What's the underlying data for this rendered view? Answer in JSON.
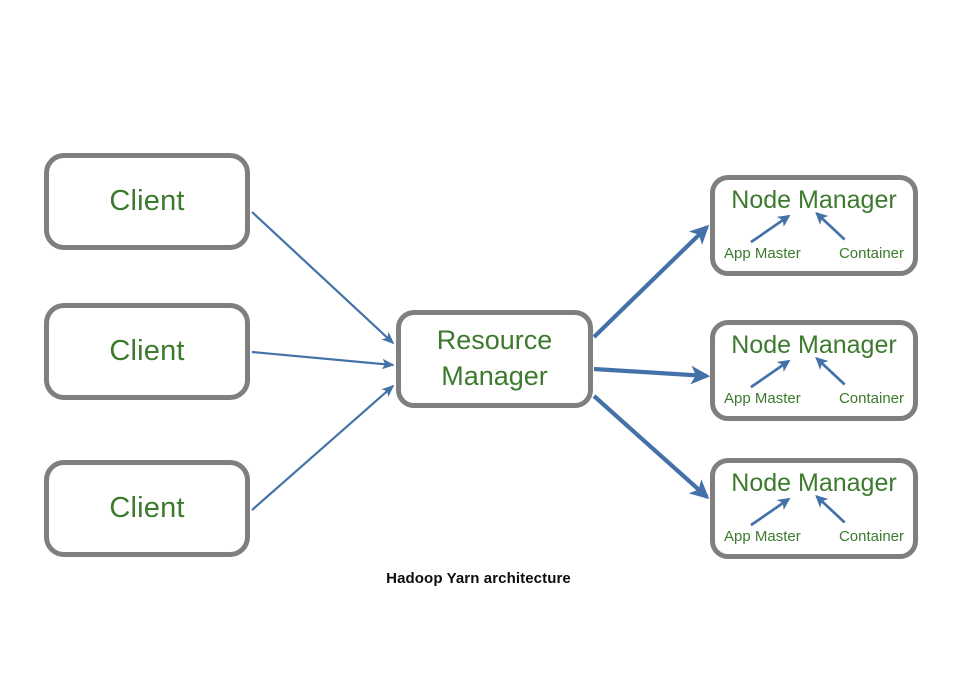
{
  "diagram": {
    "caption": "Hadoop Yarn architecture",
    "colors": {
      "box_border": "#7f7f7f",
      "box_fill": "#ffffff",
      "node_text": "#3d7a2e",
      "arrow": "#4472a8",
      "caption_text": "#0d0d0d",
      "background": "#ffffff"
    },
    "clients": [
      {
        "label": "Client"
      },
      {
        "label": "Client"
      },
      {
        "label": "Client"
      }
    ],
    "resource_manager": {
      "line1": "Resource",
      "line2": "Manager"
    },
    "node_managers": [
      {
        "title": "Node Manager",
        "app_master": "App Master",
        "container": "Container"
      },
      {
        "title": "Node Manager",
        "app_master": "App Master",
        "container": "Container"
      },
      {
        "title": "Node Manager",
        "app_master": "App Master",
        "container": "Container"
      }
    ]
  }
}
